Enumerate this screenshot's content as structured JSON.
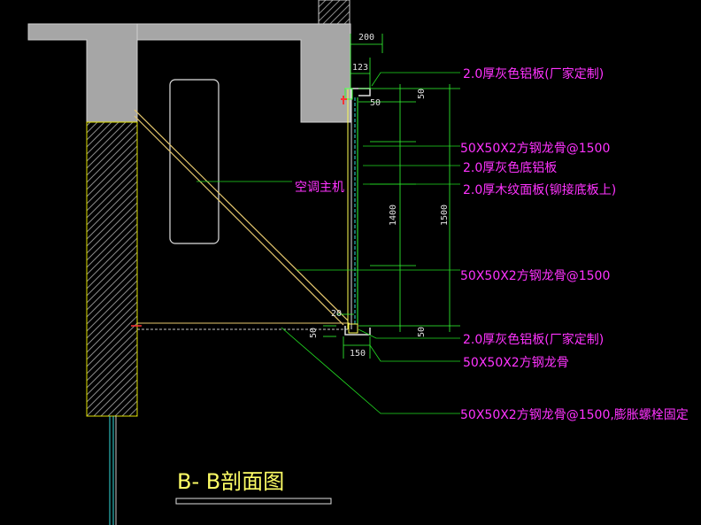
{
  "title": "B- B剖面图",
  "labels": {
    "ac_unit": "空调主机",
    "callout_1": "2.0厚灰色铝板(厂家定制)",
    "callout_2": "50X50X2方钢龙骨@1500",
    "callout_3": "2.0厚灰色底铝板",
    "callout_4": "2.0厚木纹面板(铆接底板上)",
    "callout_5": "50X50X2方钢龙骨@1500",
    "callout_6": "2.0厚灰色铝板(厂家定制)",
    "callout_7": "50X50X2方钢龙骨",
    "callout_8": "50X50X2方钢龙骨@1500,膨胀螺栓固定"
  },
  "dimensions": {
    "d200": "200",
    "d123": "123",
    "d50_top_right": "50",
    "d50_top_left": "50",
    "d1400": "1400",
    "d1500": "1500",
    "d20": "20",
    "d50_bottom_left": "50",
    "d50_bottom_right": "50",
    "d150": "150"
  },
  "colors": {
    "background": "#000000",
    "concrete": "#a6a6a6",
    "text_magenta": "#ff33ff",
    "leader_green": "#22dd22",
    "dim_green": "#33ff33",
    "yellow_line": "#ffff55",
    "bracket_line": "#e6c86e",
    "title_yellow": "#ffff66",
    "white_line": "#e0e0e0",
    "cyan": "#33dddd",
    "red": "#ff3333"
  }
}
